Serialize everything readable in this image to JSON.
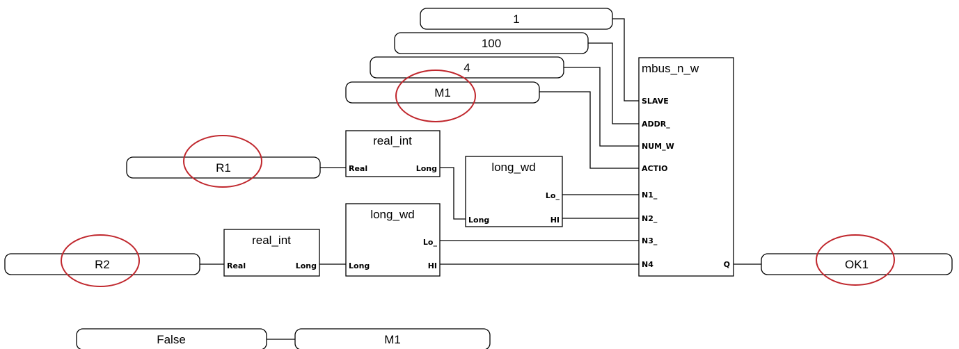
{
  "variables": {
    "const_1": "1",
    "const_100": "100",
    "const_4": "4",
    "var_m1_top": "M1",
    "var_r1": "R1",
    "var_r2": "R2",
    "var_ok1": "OK1",
    "const_false": "False",
    "var_m1_bottom": "M1"
  },
  "blocks": {
    "real_int_1": {
      "title": "real_int",
      "in": "Real",
      "out": "Long"
    },
    "real_int_2": {
      "title": "real_int",
      "in": "Real",
      "out": "Long"
    },
    "long_wd_1": {
      "title": "long_wd",
      "in": "Long",
      "out_lo": "Lo_",
      "out_hi": "HI"
    },
    "long_wd_2": {
      "title": "long_wd",
      "in": "Long",
      "out_lo": "Lo_",
      "out_hi": "HI"
    },
    "mbus": {
      "title": "mbus_n_w",
      "inputs": [
        "SLAVE",
        "ADDR_",
        "NUM_W",
        "ACTIO",
        "N1_",
        "N2_",
        "N3_",
        "N4"
      ],
      "output": "Q"
    }
  },
  "colors": {
    "highlight": "#c0272d",
    "stroke": "#000000"
  }
}
